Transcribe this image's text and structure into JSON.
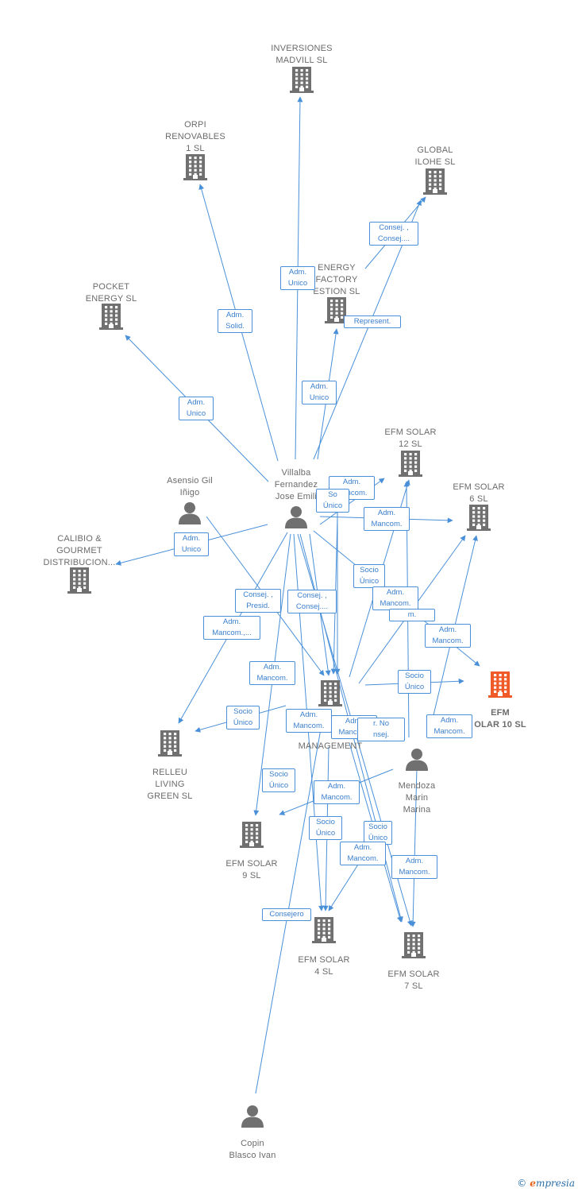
{
  "colors": {
    "edge": "#4a90d9",
    "node": "#707070",
    "highlight": "#f05a28",
    "text": "#6b6b6b"
  },
  "nodes": [
    {
      "id": "inversiones",
      "type": "company",
      "label": "INVERSIONES\nMADVILL  SL",
      "label_pos": "above"
    },
    {
      "id": "orpi",
      "type": "company",
      "label": "ORPI\nRENOVABLES\n1  SL",
      "label_pos": "above"
    },
    {
      "id": "global",
      "type": "company",
      "label": "GLOBAL\nILOHE  SL",
      "label_pos": "above"
    },
    {
      "id": "energy",
      "type": "company",
      "label": "ENERGY\nFACTORY\nESTION  SL",
      "label_pos": "above"
    },
    {
      "id": "pocket",
      "type": "company",
      "label": "POCKET\nENERGY  SL",
      "label_pos": "above"
    },
    {
      "id": "efm12",
      "type": "company",
      "label": "EFM SOLAR\n12  SL",
      "label_pos": "above"
    },
    {
      "id": "efm6",
      "type": "company",
      "label": "EFM SOLAR\n6  SL",
      "label_pos": "above"
    },
    {
      "id": "calibio",
      "type": "company",
      "label": "CALIBIO &\nGOURMET\nDISTRIBUCION...",
      "label_pos": "above"
    },
    {
      "id": "efm10",
      "type": "company",
      "label": "EFM\nOLAR 10  SL",
      "label_pos": "below",
      "highlight": true
    },
    {
      "id": "mgmt",
      "type": "company",
      "label": "MANAGEMENT",
      "label_pos": "below"
    },
    {
      "id": "relleu",
      "type": "company",
      "label": "RELLEU\nLIVING\nGREEN  SL",
      "label_pos": "below"
    },
    {
      "id": "efm9",
      "type": "company",
      "label": "EFM SOLAR\n9  SL",
      "label_pos": "below"
    },
    {
      "id": "efm4",
      "type": "company",
      "label": "EFM SOLAR\n4  SL",
      "label_pos": "below"
    },
    {
      "id": "efm7",
      "type": "company",
      "label": "EFM SOLAR\n7  SL",
      "label_pos": "below"
    },
    {
      "id": "villalba",
      "type": "person",
      "label": "Villalba\nFernandez\nJose Emili",
      "label_pos": "above"
    },
    {
      "id": "asensio",
      "type": "person",
      "label": "Asensio Gil\nIñigo",
      "label_pos": "above"
    },
    {
      "id": "mendoza",
      "type": "person",
      "label": "Mendoza\nMarin\nMarina",
      "label_pos": "below"
    },
    {
      "id": "copin",
      "type": "person",
      "label": "Copin\nBlasco Ivan",
      "label_pos": "below"
    }
  ],
  "edge_labels": [
    "Adm.\nUnico",
    "Adm.\nSolid.",
    "Consej. ,\nConsej....",
    "Represent.",
    "Adm.\nUnico",
    "Adm.\nUnico",
    "Adm.\nMancom.",
    "So\nÚnico",
    "Adm.\nMancom.",
    "Adm.\nUnico",
    "Consej. ,\nPresid.",
    "Consej. ,\nConsej....",
    "Socio\nÚnico",
    "Adm.\nMancom.",
    "m.",
    "Adm.\nMancom.,...",
    "Adm.\nMancom.",
    "Adm.\nMancom.",
    "Socio\nÚnico",
    "Socio\nÚnico",
    "Adm.\nMancom.",
    "Adm.\nMancom.",
    "r.  No\nnsej.",
    "Adm.\nMancom.",
    "Socio\nÚnico",
    "Adm.\nMancom.",
    "Socio\nÚnico",
    "Socio\nÚnico",
    "Adm.\nMancom.",
    "Adm.\nMancom.",
    "Consejero"
  ],
  "footer": {
    "copyright": "©",
    "brand_initial": "e",
    "brand_rest": "mpresia"
  }
}
